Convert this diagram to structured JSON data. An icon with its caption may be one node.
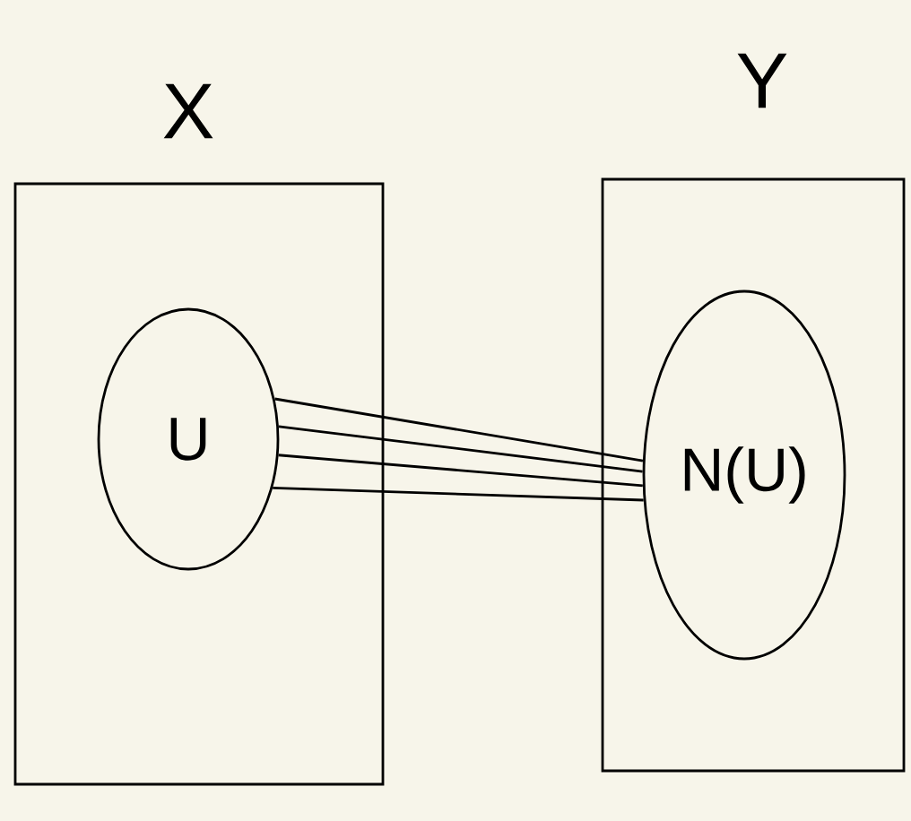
{
  "diagram": {
    "nodes": [
      {
        "text": [
          "X"
        ]
      },
      {
        "text": [
          "U"
        ],
        "in": 0
      },
      {
        "text": [
          "Y"
        ]
      },
      {
        "text": [
          "N(U)"
        ],
        "in": 2
      }
    ],
    "edges": [
      {
        "from": 1,
        "to": 3,
        "arrow": "none"
      },
      {
        "from": 1,
        "to": 3,
        "arrow": "none"
      },
      {
        "from": 1,
        "to": 3,
        "arrow": "none"
      },
      {
        "from": 1,
        "to": 3,
        "arrow": "none"
      }
    ]
  }
}
